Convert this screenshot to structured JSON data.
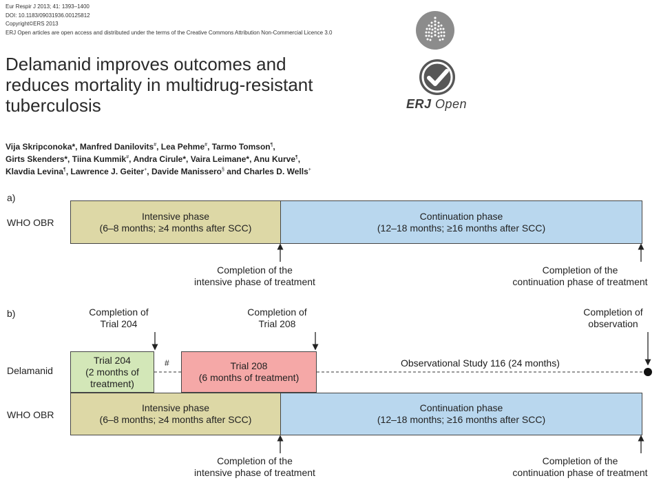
{
  "citation": {
    "line1": "Eur Respir J 2013; 41: 1393–1400",
    "line2": "DOI: 10.1183/09031936.00125812",
    "line3": "Copyright©ERS 2013",
    "line4": "ERJ Open articles are open access and distributed under the terms of the Creative Commons Attribution Non-Commercial Licence 3.0"
  },
  "article": {
    "title_line1": "Delamanid improves outcomes and",
    "title_line2": "reduces mortality in multidrug-resistant",
    "title_line3": "tuberculosis",
    "authors": [
      {
        "name": "Vija Skripconoka",
        "mark": "*",
        "sup": ""
      },
      {
        "name": "Manfred Danilovits",
        "mark": "",
        "sup": "#"
      },
      {
        "name": "Lea Pehme",
        "mark": "",
        "sup": "#"
      },
      {
        "name": "Tarmo Tomson",
        "mark": "",
        "sup": "¶"
      },
      {
        "name": "Girts Skenders",
        "mark": "*",
        "sup": ""
      },
      {
        "name": "Tiina Kummik",
        "mark": "",
        "sup": "#"
      },
      {
        "name": "Andra Cirule",
        "mark": "*",
        "sup": ""
      },
      {
        "name": "Vaira Leimane",
        "mark": "*",
        "sup": ""
      },
      {
        "name": "Anu Kurve",
        "mark": "",
        "sup": "¶"
      },
      {
        "name": "Klavdia Levina",
        "mark": "",
        "sup": "¶"
      },
      {
        "name": "Lawrence J. Geiter",
        "mark": "",
        "sup": "+"
      },
      {
        "name": "Davide Manissero",
        "mark": "",
        "sup": "§"
      },
      {
        "name": "Charles D. Wells",
        "mark": "",
        "sup": "+"
      }
    ],
    "and_word": "and"
  },
  "logo": {
    "brand": "ERJ",
    "brand_suffix": "Open"
  },
  "figure": {
    "panel_a": {
      "label": "a)",
      "row_label": "WHO OBR",
      "intensive_line1": "Intensive phase",
      "intensive_line2": "(6–8 months; ≥4 months after SCC)",
      "continuation_line1": "Continuation phase",
      "continuation_line2": "(12–18 months; ≥16 months after SCC)",
      "caption_left_line1": "Completion of the",
      "caption_left_line2": "intensive phase of treatment",
      "caption_right_line1": "Completion of the",
      "caption_right_line2": "continuation phase of treatment"
    },
    "panel_b": {
      "label": "b)",
      "row1_label": "Delamanid",
      "row2_label": "WHO OBR",
      "top_caption1_line1": "Completion of",
      "top_caption1_line2": "Trial 204",
      "top_caption2_line1": "Completion of",
      "top_caption2_line2": "Trial 208",
      "top_caption3_line1": "Completion of",
      "top_caption3_line2": "observation",
      "trial204_line1": "Trial 204",
      "trial204_line2": "(2 months of",
      "trial204_line3": "treatment)",
      "hash": "#",
      "trial208_line1": "Trial 208",
      "trial208_line2": "(6 months of treatment)",
      "observational": "Observational Study 116 (24 months)",
      "intensive_line1": "Intensive phase",
      "intensive_line2": "(6–8 months; ≥4 months after SCC)",
      "continuation_line1": "Continuation phase",
      "continuation_line2": "(12–18 months; ≥16 months after SCC)",
      "caption_left_line1": "Completion of the",
      "caption_left_line2": "intensive phase of treatment",
      "caption_right_line1": "Completion of the",
      "caption_right_line2": "continuation phase of treatment"
    }
  },
  "colors": {
    "intensive": "#ddd8a6",
    "continuation": "#b9d7ee",
    "trial204": "#d3e7b8",
    "trial208": "#f5a8a7"
  }
}
